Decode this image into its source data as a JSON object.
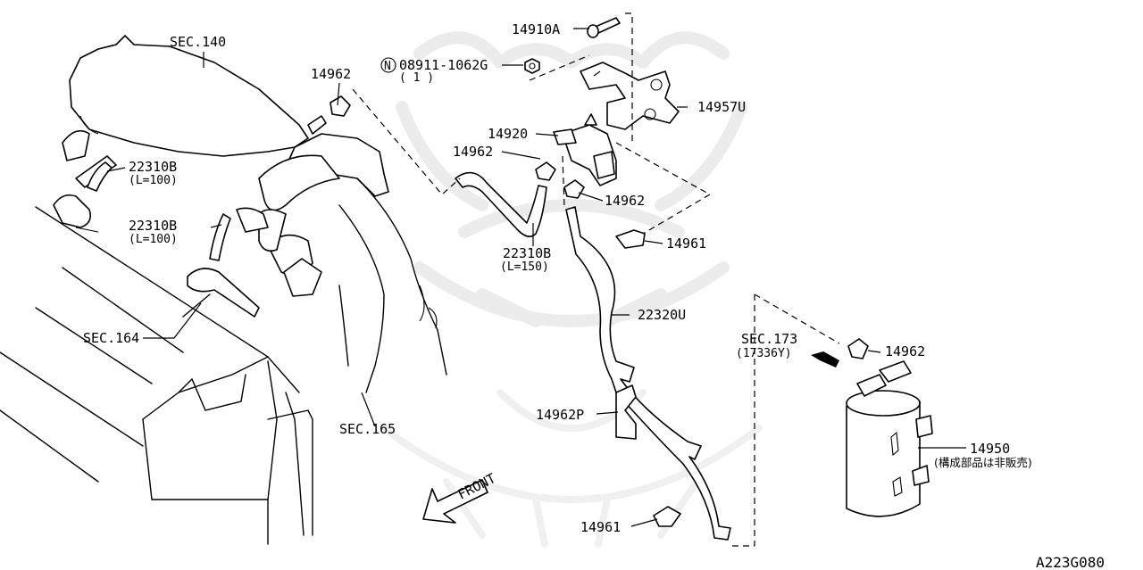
{
  "labels": {
    "sec140": "SEC.140",
    "sec164": "SEC.164",
    "sec165": "SEC.165",
    "sec173": "SEC.173",
    "sec173_ref": "(17336Y)",
    "p14962_top": "14962",
    "p14910a": "14910A",
    "n_marker": "N",
    "p08911": "08911-1062G",
    "p08911_qty": "( 1 )",
    "p14957u": "14957U",
    "p14920": "14920",
    "p14962_mid": "14962",
    "p14962_right": "14962",
    "p22310b_1": "22310B",
    "p22310b_1_len": "(L=100)",
    "p22310b_2": "22310B",
    "p22310b_2_len": "(L=100)",
    "p22310b_3": "22310B",
    "p22310b_3_len": "(L=150)",
    "p14961_top": "14961",
    "p22320u": "22320U",
    "p14962_canister": "14962",
    "p14962p": "14962P",
    "p14950": "14950",
    "p14950_note": "(構成部品は非販売)",
    "p14961_bottom": "14961",
    "front": "FRONT",
    "diagram_code": "A223G080"
  }
}
